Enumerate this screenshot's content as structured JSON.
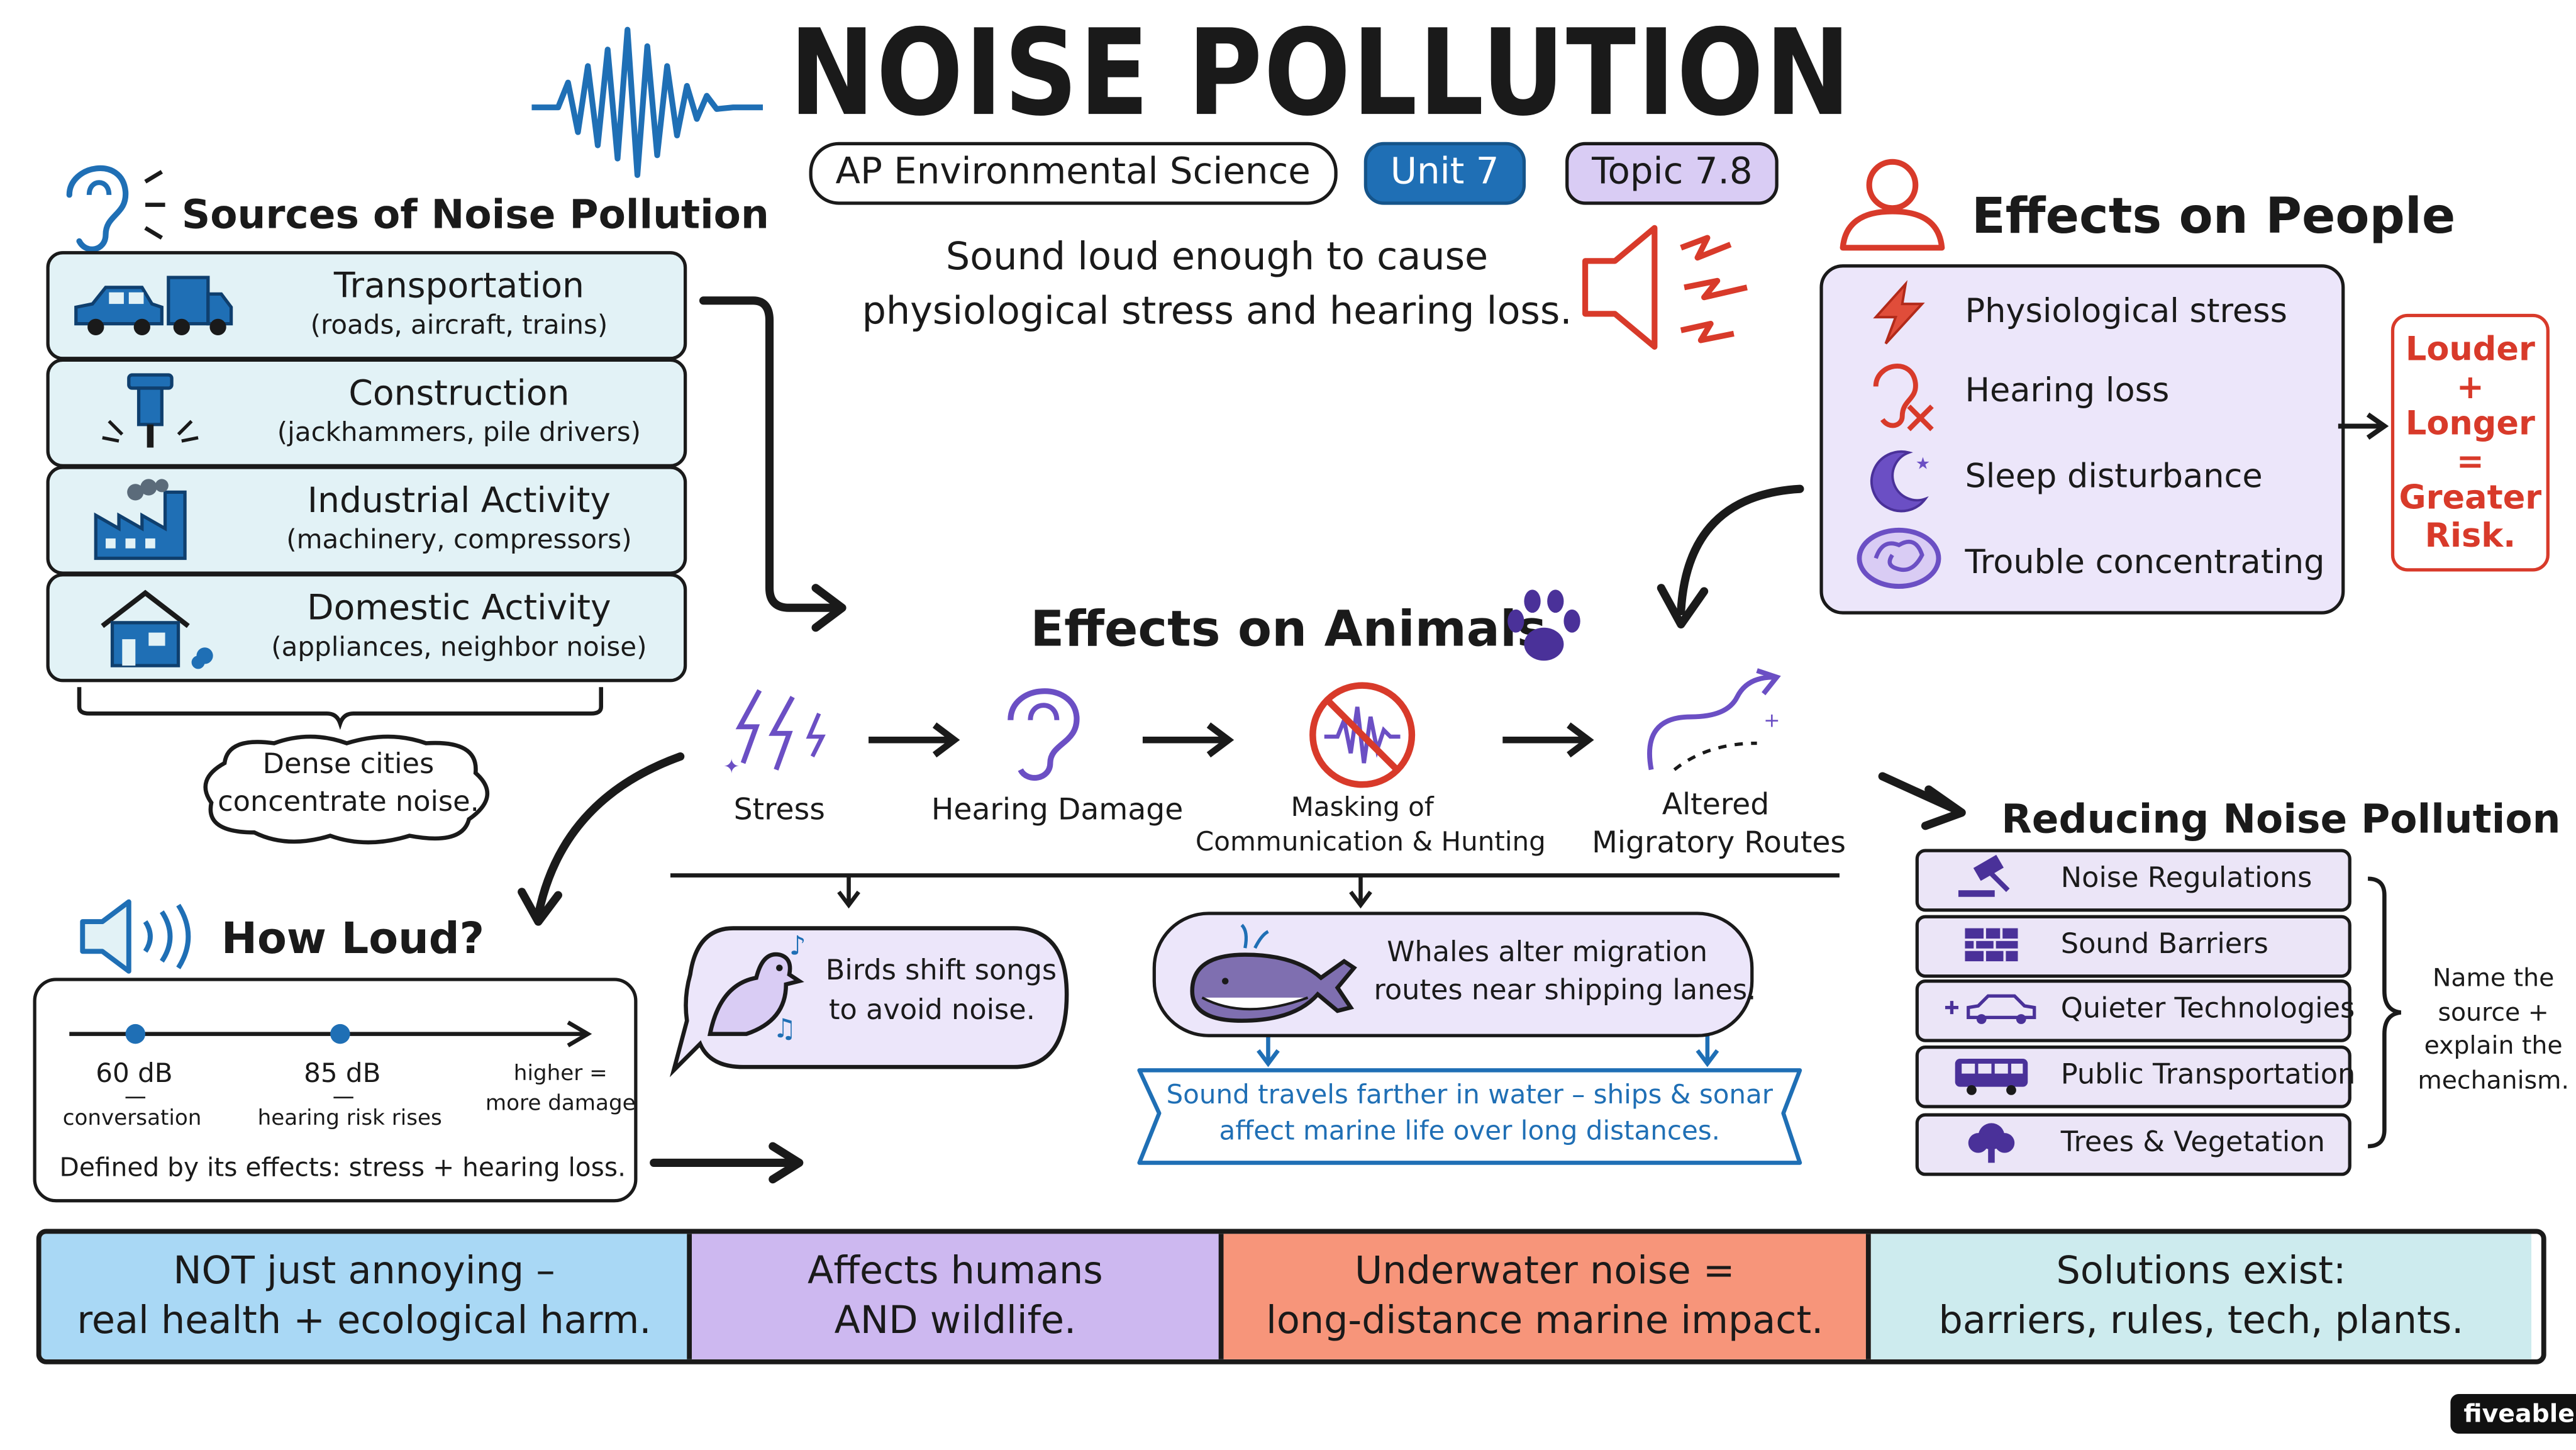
{
  "header": {
    "title": "NOISE POLLUTION",
    "course": "AP Environmental Science",
    "unit": "Unit 7",
    "topic": "Topic 7.8",
    "definition_line1": "Sound loud enough to cause",
    "definition_line2": "physiological stress and hearing loss."
  },
  "sources": {
    "heading": "Sources of Noise Pollution",
    "items": [
      {
        "title": "Transportation",
        "subtitle": "(roads, aircraft, trains)",
        "icon": "car-truck-icon"
      },
      {
        "title": "Construction",
        "subtitle": "(jackhammers, pile drivers)",
        "icon": "jackhammer-icon"
      },
      {
        "title": "Industrial Activity",
        "subtitle": "(machinery, compressors)",
        "icon": "factory-icon"
      },
      {
        "title": "Domestic Activity",
        "subtitle": "(appliances, neighbor noise)",
        "icon": "house-icon"
      }
    ],
    "cities_line1": "Dense cities",
    "cities_line2": "concentrate noise."
  },
  "people": {
    "heading": "Effects on People",
    "items": [
      {
        "label": "Physiological stress",
        "icon": "lightning-icon"
      },
      {
        "label": "Hearing loss",
        "icon": "ear-crossed-icon"
      },
      {
        "label": "Sleep disturbance",
        "icon": "moon-icon"
      },
      {
        "label": "Trouble concentrating",
        "icon": "brain-icon"
      }
    ],
    "risk_lines": [
      "Louder",
      "+",
      "Longer",
      "=",
      "Greater",
      "Risk."
    ]
  },
  "animals": {
    "heading": "Effects on Animals",
    "stages": [
      {
        "line1": "Stress",
        "line2": ""
      },
      {
        "line1": "Hearing Damage",
        "line2": ""
      },
      {
        "line1": "Masking of",
        "line2": "Communication & Hunting"
      },
      {
        "line1": "Altered",
        "line2": "Migratory Routes"
      }
    ],
    "birds_line1": "Birds shift songs",
    "birds_line2": "to avoid noise.",
    "whales_line1": "Whales alter migration",
    "whales_line2": "routes near shipping lanes.",
    "water_line1": "Sound travels farther in water – ships & sonar",
    "water_line2": "affect marine life over long distances."
  },
  "loudness": {
    "heading": "How Loud?",
    "marks": [
      {
        "value": "60 dB",
        "caption": "conversation"
      },
      {
        "value": "85 dB",
        "caption": "hearing risk rises"
      }
    ],
    "higher_line1": "higher =",
    "higher_line2": "more damage",
    "defined": "Defined by its effects: stress + hearing loss."
  },
  "reducing": {
    "heading": "Reducing Noise Pollution",
    "items": [
      {
        "label": "Noise Regulations",
        "icon": "gavel-icon"
      },
      {
        "label": "Sound Barriers",
        "icon": "brick-wall-icon"
      },
      {
        "label": "Quieter Technologies",
        "icon": "electric-car-icon"
      },
      {
        "label": "Public Transportation",
        "icon": "bus-icon"
      },
      {
        "label": "Trees & Vegetation",
        "icon": "tree-icon"
      }
    ],
    "note_lines": [
      "Name the",
      "source +",
      "explain the",
      "mechanism."
    ]
  },
  "banner": [
    {
      "line1": "NOT just annoying –",
      "line2": "real health + ecological harm.",
      "color": "#a9d8f5"
    },
    {
      "line1": "Affects humans",
      "line2": "AND wildlife.",
      "color": "#cdb8f0"
    },
    {
      "line1": "Underwater noise =",
      "line2": "long-distance marine impact.",
      "color": "#f7957a"
    },
    {
      "line1": "Solutions exist:",
      "line2": "barriers, rules, tech, plants.",
      "color": "#cdebee"
    }
  ],
  "brand": "fiveable",
  "colors": {
    "ink": "#1a1a1a",
    "blue": "#1f6fb5",
    "purple": "#6b4fc4",
    "red": "#d83a2a",
    "source_fill": "#e2f2f6",
    "people_fill": "#ece6fa"
  }
}
